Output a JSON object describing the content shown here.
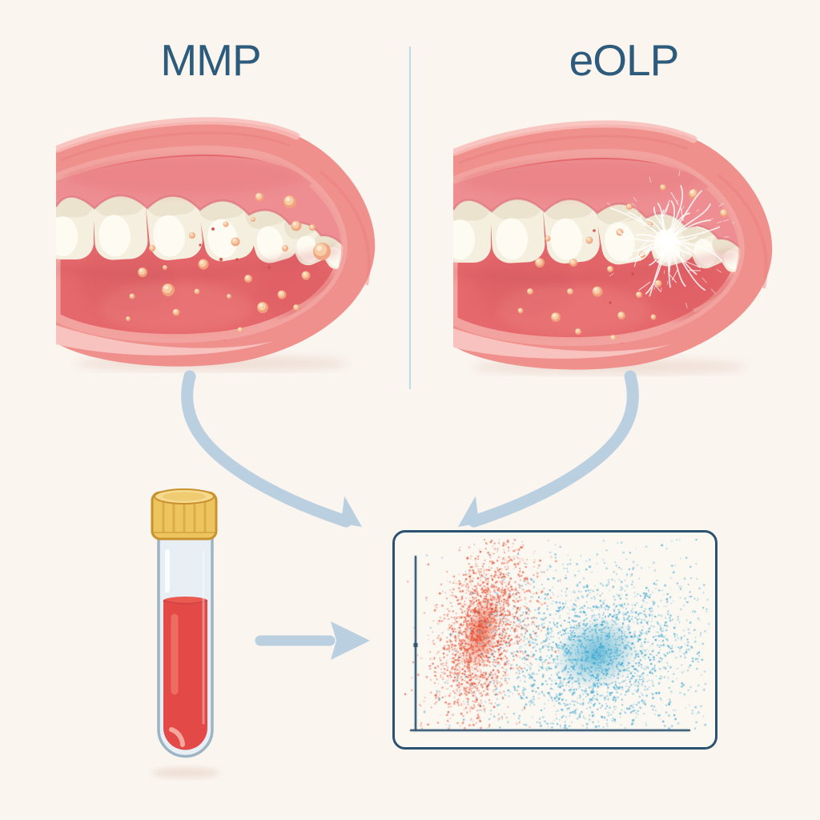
{
  "page": {
    "background_color": "#faf5ef",
    "title_color": "#2d5b7c",
    "description": "Comparison figure: MMP vs eOLP oral lesions, blood sample tube, and scatter plot of two separated clusters"
  },
  "panels": [
    {
      "id": "mmp",
      "label": "MMP",
      "lesion_description": "oral mucosa with scattered vesicles"
    },
    {
      "id": "eolp",
      "label": "eOLP",
      "lesion_description": "oral mucosa with vesicles and white reticular striae"
    }
  ],
  "divider": {
    "color": "#badbe9"
  },
  "arrows": {
    "color": "#bad0e1",
    "items": [
      {
        "name": "mmp-to-sample-arrow",
        "shape": "curved-down-right"
      },
      {
        "name": "eolp-to-sample-arrow",
        "shape": "curved-down-left"
      },
      {
        "name": "tube-to-plot-arrow",
        "shape": "straight-right"
      }
    ]
  },
  "tube": {
    "name": "blood-sample-tube",
    "cap_color": "#eec45f",
    "cap_outline_color": "#c8922e",
    "blood_color": "#e24947",
    "glass_tint": "#e7eff5",
    "glass_outline": "#9cb4c4"
  },
  "chart_data": {
    "type": "scatter",
    "title": "",
    "xlabel": "",
    "ylabel": "",
    "axis_color": "#2b5270",
    "grid": false,
    "legend": false,
    "clusters": [
      {
        "name": "MMP",
        "color": "#e5492c",
        "center_rel": [
          0.24,
          0.56
        ],
        "sigma_rel": [
          0.072,
          0.25
        ],
        "tilt_deg": 15,
        "n_points": 2300,
        "shape": "elongated"
      },
      {
        "name": "eOLP",
        "color": "#2fa3cf",
        "center_rel": [
          0.66,
          0.44
        ],
        "sigma_rel": [
          0.185,
          0.235
        ],
        "tilt_deg": -20,
        "n_points": 2500,
        "shape": "round"
      }
    ]
  }
}
